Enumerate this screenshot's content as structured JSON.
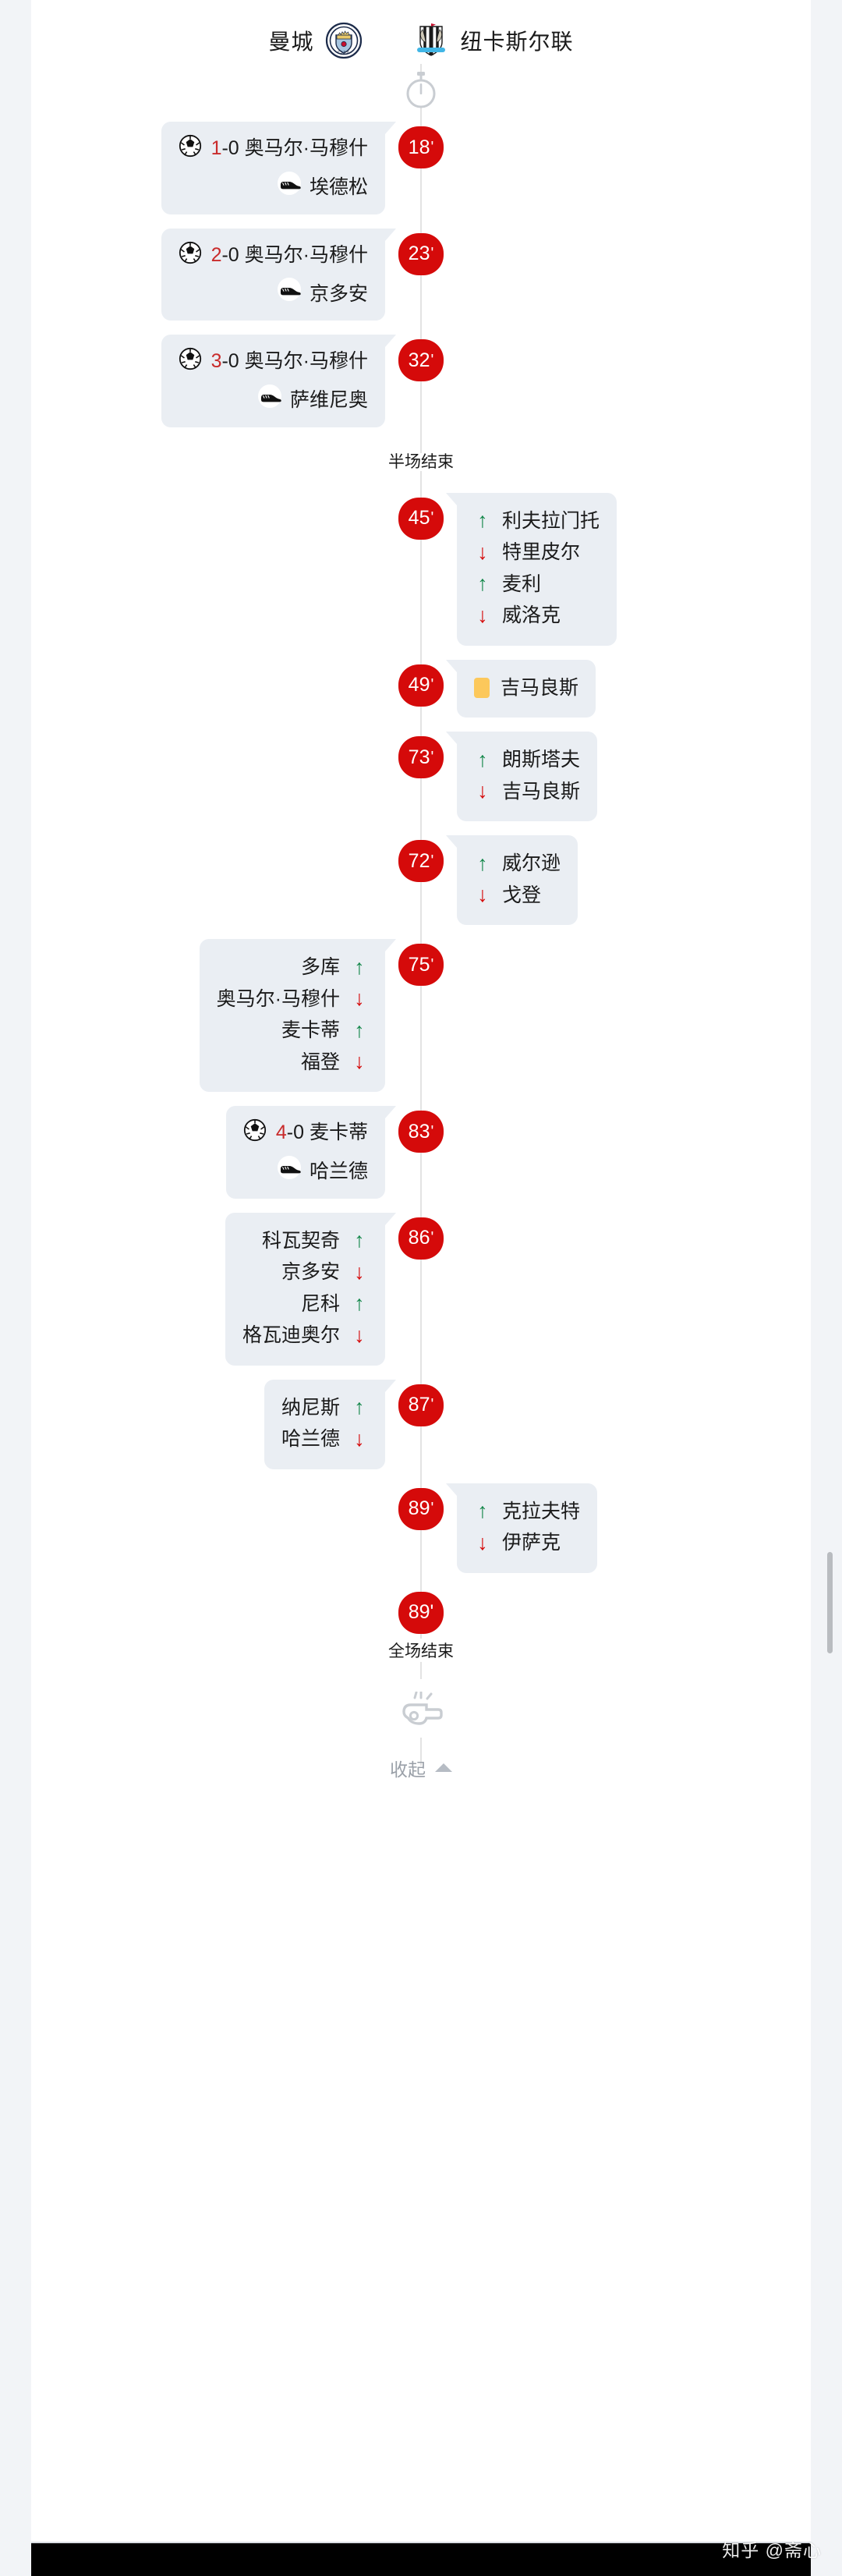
{
  "match": {
    "home_team": "曼城",
    "away_team": "纽卡斯尔联",
    "home_crest": "manchester-city-crest",
    "away_crest": "newcastle-united-crest",
    "kickoff_icon": "stopwatch-icon",
    "halftime_label": "半场结束",
    "fulltime_minute": "89",
    "fulltime_label": "全场结束",
    "fulltime_icon": "whistle-icon",
    "collapse_label": "收起",
    "watermark": "知乎 @斋心",
    "minute_tick": "'",
    "colors": {
      "minute_pill": "#d50a0a",
      "bubble": "#eaeef3",
      "sub_in": "#14874a",
      "sub_out": "#d50a0a",
      "yellow_card": "#fcc85b",
      "score_highlight": "#c92b2b"
    }
  },
  "events": [
    {
      "minute": "18",
      "side": "home",
      "type": "goal",
      "score_new": "1",
      "score_other": "-0",
      "scorer": "奥马尔·马穆什",
      "assist": "埃德松",
      "goal_icon": "football-icon",
      "assist_icon": "boot-icon"
    },
    {
      "minute": "23",
      "side": "home",
      "type": "goal",
      "score_new": "2",
      "score_other": "-0",
      "scorer": "奥马尔·马穆什",
      "assist": "京多安",
      "goal_icon": "football-icon",
      "assist_icon": "boot-icon"
    },
    {
      "minute": "32",
      "side": "home",
      "type": "goal",
      "score_new": "3",
      "score_other": "-0",
      "scorer": "奥马尔·马穆什",
      "assist": "萨维尼奥",
      "goal_icon": "football-icon",
      "assist_icon": "boot-icon"
    },
    {
      "minute": "45",
      "side": "away",
      "type": "substitution",
      "lines": [
        {
          "dir": "in",
          "player": "利夫拉门托"
        },
        {
          "dir": "out",
          "player": "特里皮尔"
        },
        {
          "dir": "in",
          "player": "麦利"
        },
        {
          "dir": "out",
          "player": "威洛克"
        }
      ]
    },
    {
      "minute": "49",
      "side": "away",
      "type": "card",
      "card": "yellow",
      "player": "吉马良斯"
    },
    {
      "minute": "73",
      "side": "away",
      "type": "substitution",
      "lines": [
        {
          "dir": "in",
          "player": "朗斯塔夫"
        },
        {
          "dir": "out",
          "player": "吉马良斯"
        }
      ]
    },
    {
      "minute": "72",
      "side": "away",
      "type": "substitution",
      "lines": [
        {
          "dir": "in",
          "player": "威尔逊"
        },
        {
          "dir": "out",
          "player": "戈登"
        }
      ]
    },
    {
      "minute": "75",
      "side": "home",
      "type": "substitution",
      "lines": [
        {
          "dir": "in",
          "player": "多库"
        },
        {
          "dir": "out",
          "player": "奥马尔·马穆什"
        },
        {
          "dir": "in",
          "player": "麦卡蒂"
        },
        {
          "dir": "out",
          "player": "福登"
        }
      ]
    },
    {
      "minute": "83",
      "side": "home",
      "type": "goal",
      "score_new": "4",
      "score_other": "-0",
      "scorer": "麦卡蒂",
      "assist": "哈兰德",
      "goal_icon": "football-icon",
      "assist_icon": "boot-icon"
    },
    {
      "minute": "86",
      "side": "home",
      "type": "substitution",
      "lines": [
        {
          "dir": "in",
          "player": "科瓦契奇"
        },
        {
          "dir": "out",
          "player": "京多安"
        },
        {
          "dir": "in",
          "player": "尼科"
        },
        {
          "dir": "out",
          "player": "格瓦迪奥尔"
        }
      ]
    },
    {
      "minute": "87",
      "side": "home",
      "type": "substitution",
      "lines": [
        {
          "dir": "in",
          "player": "纳尼斯"
        },
        {
          "dir": "out",
          "player": "哈兰德"
        }
      ]
    },
    {
      "minute": "89",
      "side": "away",
      "type": "substitution",
      "lines": [
        {
          "dir": "in",
          "player": "克拉夫特"
        },
        {
          "dir": "out",
          "player": "伊萨克"
        }
      ]
    }
  ]
}
